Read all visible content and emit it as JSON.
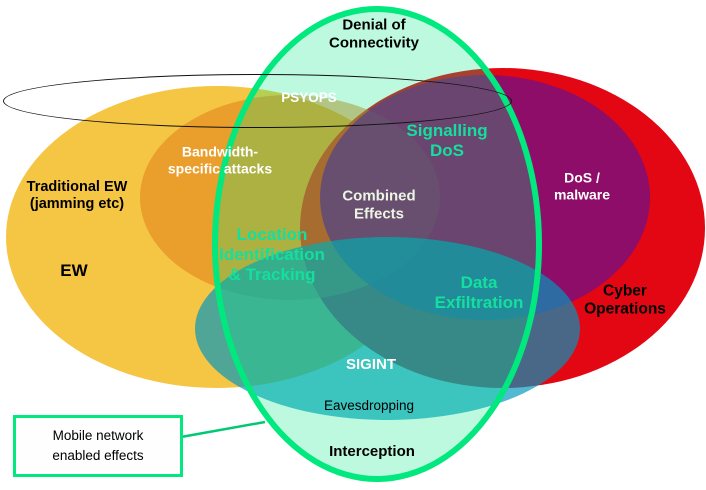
{
  "diagram": {
    "type": "venn-diagram",
    "background": "#FFFFFF",
    "ellipses": {
      "ew": {
        "label_ref": "EW",
        "fill": "#F5C544"
      },
      "cyber": {
        "label_ref": "Cyber Operations",
        "fill": "#E30613"
      },
      "denial_orange": {
        "fill": "rgba(224,122,22,0.52)"
      },
      "denial_purple": {
        "fill": "rgba(118,16,128,0.78)"
      },
      "interception_teal": {
        "fill": "rgba(0,152,190,0.68)"
      },
      "mobile_green": {
        "fill": "rgba(0,232,130,0.26)",
        "stroke": "#00E87E"
      },
      "psyops_outline": {
        "stroke": "#111111"
      }
    },
    "labels": {
      "denial_of_connectivity": "Denial of\nConnectivity",
      "psyops": "PSYOPS",
      "signalling_dos": "Signalling\nDoS",
      "bandwidth_attacks": "Bandwidth-\nspecific attacks",
      "traditional_ew": "Traditional EW\n(jamming etc)",
      "combined_effects": "Combined\nEffects",
      "dos_malware": "DoS /\nmalware",
      "ew": "EW",
      "location_tracking": "Location\nIdentification\n& Tracking",
      "data_exfiltration": "Data\nExfiltration",
      "cyber_operations": "Cyber\nOperations",
      "sigint": "SIGINT",
      "eavesdropping": "Eavesdropping",
      "interception": "Interception",
      "mobile_box": "Mobile network\nenabled effects"
    },
    "text_colors": {
      "effect_green": "#14DF9E",
      "white": "#FFFFFF",
      "black": "#000000",
      "pale_mint": "#ECF4E4"
    }
  }
}
